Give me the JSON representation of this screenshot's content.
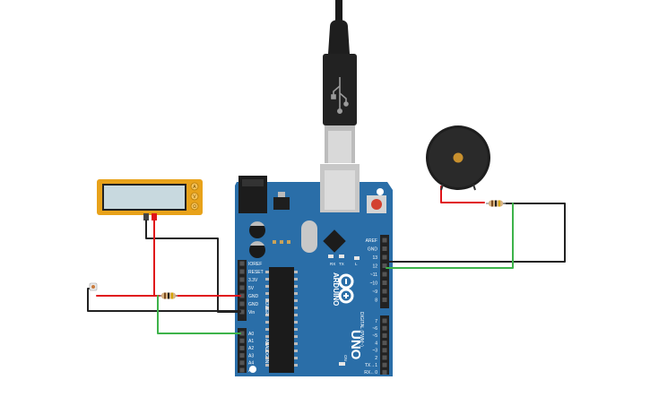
{
  "board": {
    "brand": "ARDUINO",
    "model": "UNO",
    "power_header_title": "POWER",
    "analog_header_title": "ANALOG IN",
    "digital_header_title": "DIGITAL (PWM~)",
    "on_label": "ON",
    "tx_label": "TX",
    "rx_label": "RX",
    "l_label": "L",
    "power_pins": [
      "IOREF",
      "RESET",
      "3.3V",
      "5V",
      "GND",
      "GND",
      "Vin"
    ],
    "analog_pins": [
      "A0",
      "A1",
      "A2",
      "A3",
      "A4",
      "A5"
    ],
    "digital_top_pins": [
      "AREF",
      "GND",
      "13",
      "12",
      "~11",
      "~10",
      "~9",
      "8"
    ],
    "digital_bottom_pins": [
      "7",
      "~6",
      "~5",
      "4",
      "~3",
      "2",
      "TX→1",
      "RX←0"
    ]
  },
  "meter": {
    "keys": [
      "A",
      "V",
      "Ω"
    ]
  },
  "colors": {
    "board_blue": "#2a6ea8",
    "wire_red": "#e0151a",
    "wire_black": "#222222",
    "wire_green": "#3db34a",
    "meter_orange": "#e8a21a",
    "meter_screen": "#c8d9df"
  },
  "icons": [
    "usb-plug-icon",
    "arduino-infinity-logo-icon"
  ]
}
